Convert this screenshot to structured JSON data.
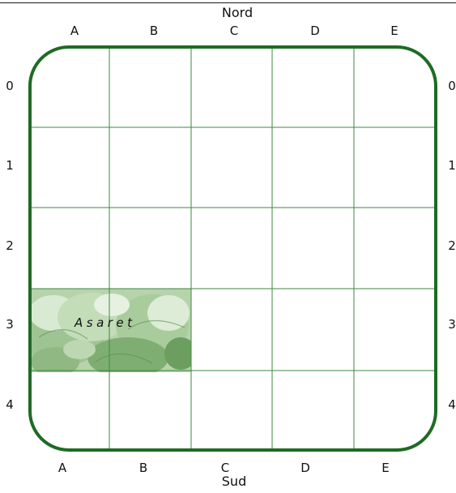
{
  "north_label": "Nord",
  "south_label": "Sud",
  "columns": [
    "A",
    "B",
    "C",
    "D",
    "E"
  ],
  "rows": [
    "0",
    "1",
    "2",
    "3",
    "4"
  ],
  "plants": [
    {
      "name": "Asaret",
      "row": "3",
      "columns": [
        "A",
        "B"
      ]
    }
  ],
  "colors": {
    "border": "#1e6b24",
    "grid": "#3c8a3f",
    "leaf_light": "#cfe4c6",
    "leaf_mid": "#93c086",
    "leaf_dark": "#4f8a45"
  }
}
